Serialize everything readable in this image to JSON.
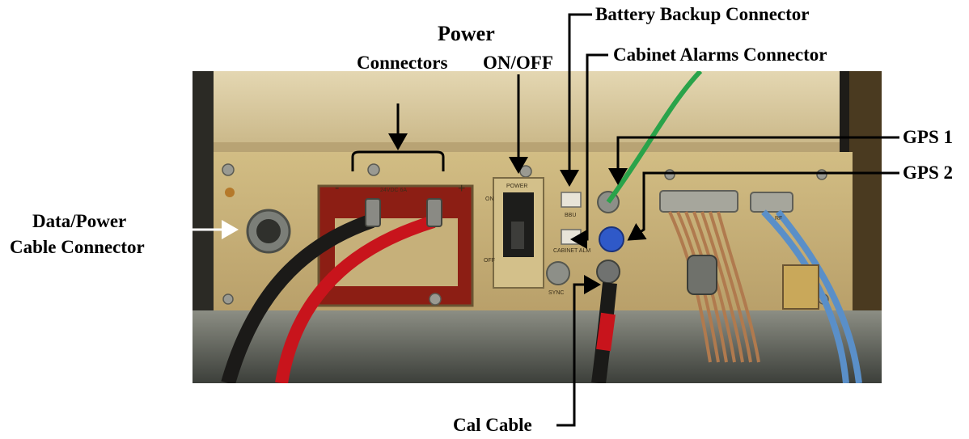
{
  "labels": {
    "power_connectors_line1": "Power",
    "power_connectors_line2": "Connectors",
    "power_onoff": "ON/OFF",
    "battery_backup": "Battery Backup Connector",
    "cabinet_alarms": "Cabinet Alarms Connector",
    "gps1": "GPS 1",
    "gps2": "GPS 2",
    "data_power_line1": "Data/Power",
    "data_power_line2": "Cable Connector",
    "cal_cable": "Cal Cable"
  },
  "panel_markings": {
    "dc_input": "24VDC 6A",
    "minus": "-",
    "plus": "+",
    "power": "POWER",
    "on": "ON",
    "off": "OFF",
    "bbu": "BBU",
    "cabinet_alm": "CABINET ALM",
    "sync": "SYNC",
    "rf": "RF"
  },
  "colors": {
    "panel": "#c9b277",
    "cover": "#d8c89e",
    "red_cable": "#c8141c",
    "green_cable": "#2aa34a",
    "blue_cable": "#5a8fc8",
    "copper_cable": "#b07a4e"
  }
}
